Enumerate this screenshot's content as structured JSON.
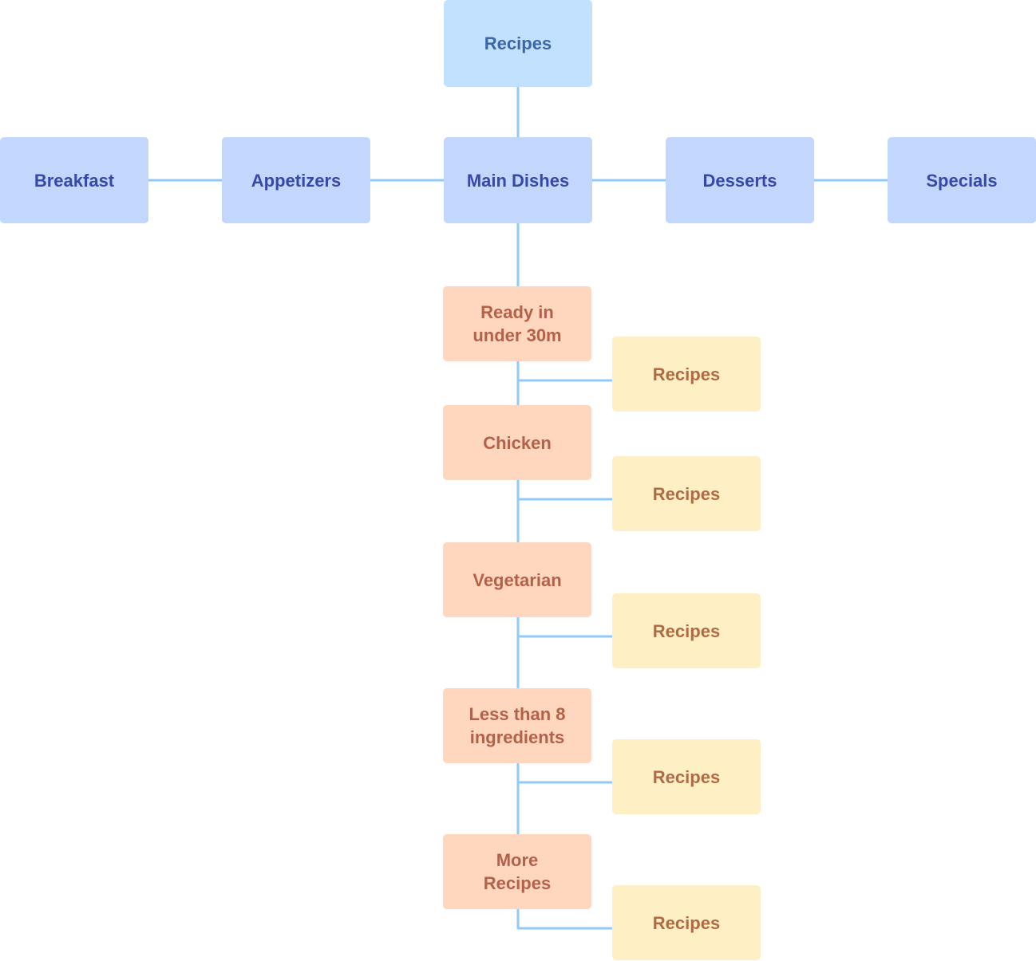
{
  "root": {
    "label": "Recipes"
  },
  "categories": [
    {
      "label": "Breakfast"
    },
    {
      "label": "Appetizers"
    },
    {
      "label": "Main Dishes"
    },
    {
      "label": "Desserts"
    },
    {
      "label": "Specials"
    }
  ],
  "subcategories": [
    {
      "label": "Ready in\nunder 30m",
      "child": "Recipes"
    },
    {
      "label": "Chicken",
      "child": "Recipes"
    },
    {
      "label": "Vegetarian",
      "child": "Recipes"
    },
    {
      "label": "Less than 8\ningredients",
      "child": "Recipes"
    },
    {
      "label": "More\nRecipes",
      "child": "Recipes"
    }
  ],
  "colors": {
    "connector": "#90caf9",
    "root_fill": "#c2e1fe",
    "category_fill": "#c3d7fd",
    "subcategory_fill": "#fed7be",
    "leaf_fill": "#ffefc4"
  }
}
